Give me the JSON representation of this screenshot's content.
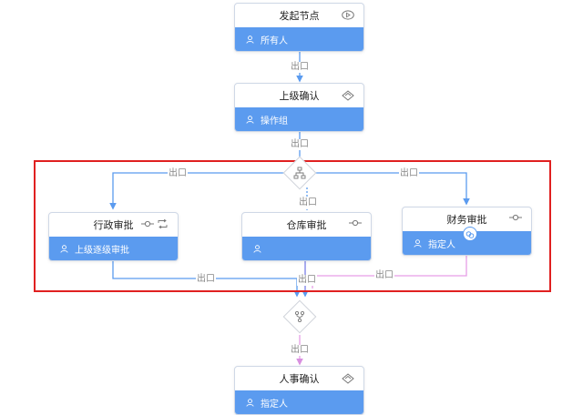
{
  "nodes": {
    "start": {
      "title": "发起节点",
      "assignee": "所有人"
    },
    "supervisor": {
      "title": "上级确认",
      "assignee": "操作组"
    },
    "admin": {
      "title": "行政审批",
      "assignee": "上级逐级审批"
    },
    "warehouse": {
      "title": "仓库审批",
      "assignee": ""
    },
    "finance": {
      "title": "财务审批",
      "assignee": "指定人"
    },
    "hr": {
      "title": "人事确认",
      "assignee": "指定人"
    }
  },
  "edge_label": "出口",
  "colors": {
    "primary": "#5b9bef",
    "wire": "#5b9bef",
    "wire_alt": "#e69ee6",
    "highlight": "#e02020"
  },
  "icons": {
    "start": "eye-icon",
    "supervisor": "eraser-icon",
    "admin": [
      "connector-icon",
      "loop-icon"
    ],
    "warehouse": "connector-icon",
    "finance": "connector-icon",
    "hr": "eraser-icon",
    "split_gateway": "branch-split-icon",
    "merge_gateway": "branch-merge-icon"
  }
}
